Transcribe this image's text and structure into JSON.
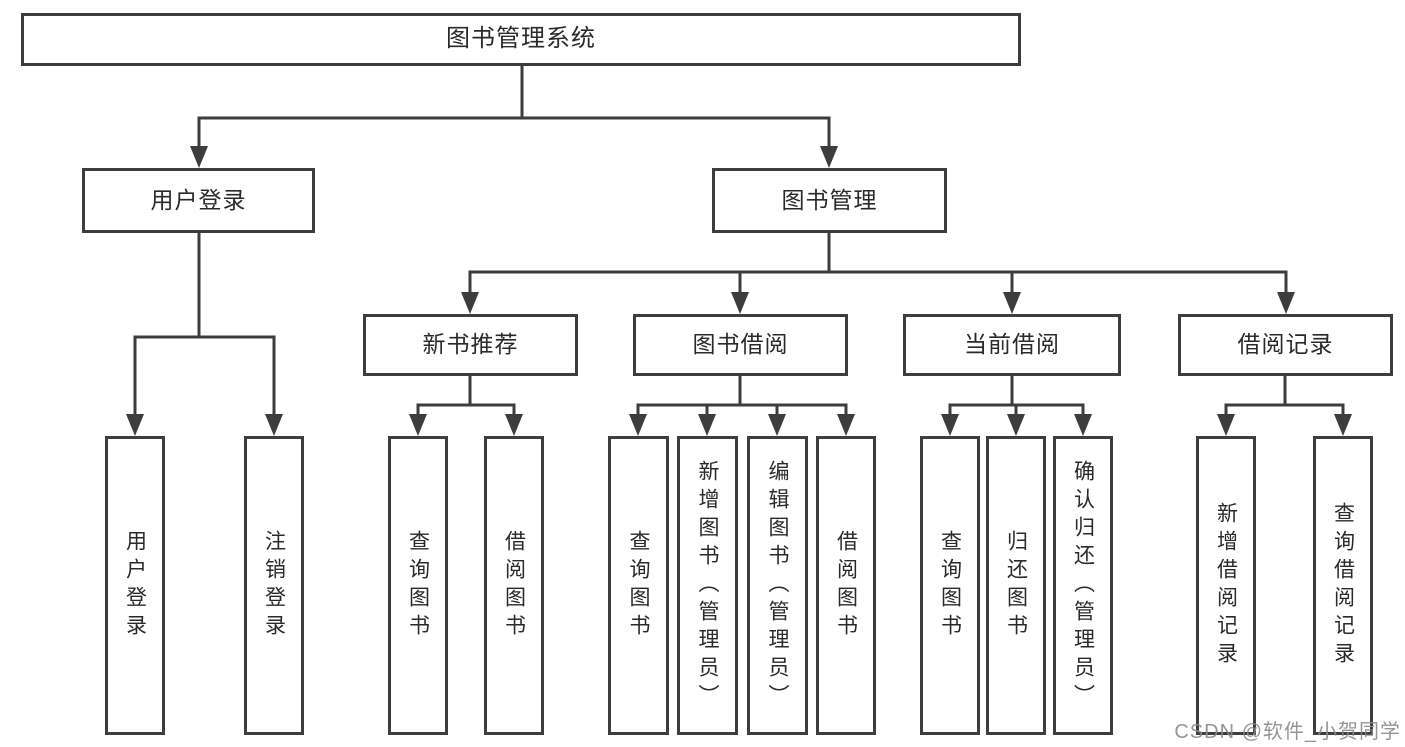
{
  "nodes": {
    "root": "图书管理系统",
    "user_login": "用户登录",
    "book_management": "图书管理",
    "new_book_recommend": "新书推荐",
    "book_borrow": "图书借阅",
    "current_borrow": "当前借阅",
    "borrow_record": "借阅记录",
    "leaves": {
      "user_login": "用户登录",
      "logout": "注销登录",
      "recommend_query_book": "查询图书",
      "recommend_borrow_book": "借阅图书",
      "borrow_query_book": "查询图书",
      "borrow_add_book": "新增图书（管理员）",
      "borrow_edit_book": "编辑图书（管理员）",
      "borrow_borrow_book": "借阅图书",
      "current_query_book": "查询图书",
      "current_return_book": "归还图书",
      "current_confirm_return": "确认归还（管理员）",
      "record_add": "新增借阅记录",
      "record_query": "查询借阅记录"
    }
  },
  "watermark": "CSDN @软件_小贺同学",
  "colors": {
    "line": "#3d3d3d",
    "text": "#2a2a2a",
    "background": "#ffffff",
    "watermark": "#8a8a8a"
  }
}
